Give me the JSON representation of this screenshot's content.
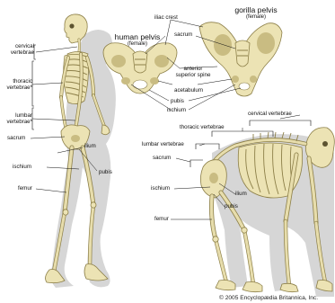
{
  "colors": {
    "background": "#ffffff",
    "bone": "#ece3b4",
    "bone_outline": "#8c7f48",
    "bone_shade": "#c9bc82",
    "shadow": "#d6d6d6",
    "leader": "#111111"
  },
  "human_pelvis": {
    "title": "human pelvis",
    "subtitle": "(female)"
  },
  "gorilla_pelvis": {
    "title": "gorilla pelvis",
    "subtitle": "(female)"
  },
  "pelvis_labels": {
    "iliac_crest": "iliac crest",
    "sacrum": "sacrum",
    "anterior_superior_spine_line1": "anterior",
    "anterior_superior_spine_line2": "superior spine",
    "acetabulum": "acetabulum",
    "pubis": "pubis",
    "ischium": "ischium"
  },
  "human_labels": {
    "cervical_line1": "cervical",
    "cervical_line2": "vertebrae",
    "thoracic_line1": "thoracic",
    "thoracic_line2": "vertebrae*",
    "lumbar_line1": "lumbar",
    "lumbar_line2": "vertebrae*",
    "sacrum": "sacrum",
    "ilium": "ilium",
    "ischium": "ischium",
    "pubis": "pubis",
    "femur": "femur"
  },
  "gorilla_labels": {
    "cervical": "cervical vertebrae",
    "thoracic": "thoracic vertebrae",
    "lumbar": "lumbar vertebrae",
    "sacrum": "sacrum",
    "ischium": "ischium",
    "ilium": "ilium",
    "pubis": "pubis",
    "femur": "femur"
  },
  "credit": "© 2005 Encyclopædia Britannica, Inc."
}
